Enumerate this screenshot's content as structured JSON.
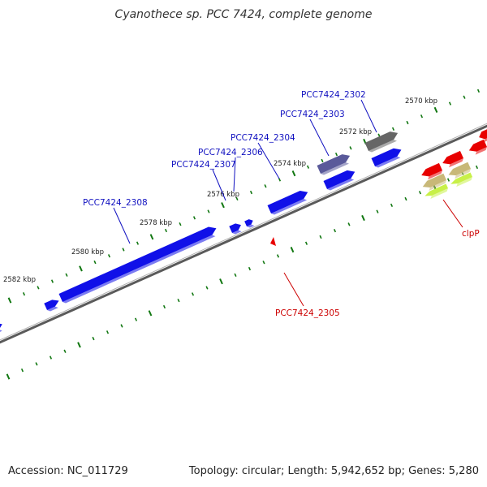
{
  "title": "Cyanothece sp. PCC 7424, complete genome",
  "footer": {
    "accession": "Accession: NC_011729",
    "topology": "Topology: circular; Length: 5,942,652 bp; Genes: 5,280"
  },
  "colors": {
    "forward_gene": "#1010e8",
    "forward_gene_dark": "#5a5a9a",
    "gray_gene": "#666666",
    "reverse_gene": "#e80000",
    "khaki_gene": "#c8b878",
    "lime_gene": "#c8f048",
    "tick": "#117711",
    "backbone": "#808080",
    "label_forward": "#1010c0",
    "label_reverse": "#cc0000"
  },
  "kbp_labels": [
    "2570 kbp",
    "2572 kbp",
    "2574 kbp",
    "2576 kbp",
    "2578 kbp",
    "2580 kbp",
    "2582 kbp"
  ],
  "gene_labels": [
    {
      "id": "PCC7424_2302",
      "text": "PCC7424_2302",
      "strand": "forward"
    },
    {
      "id": "PCC7424_2303",
      "text": "PCC7424_2303",
      "strand": "forward"
    },
    {
      "id": "PCC7424_2304",
      "text": "PCC7424_2304",
      "strand": "forward"
    },
    {
      "id": "PCC7424_2306",
      "text": "PCC7424_2306",
      "strand": "forward"
    },
    {
      "id": "PCC7424_2307",
      "text": "PCC7424_2307",
      "strand": "forward"
    },
    {
      "id": "PCC7424_2308",
      "text": "PCC7424_2308",
      "strand": "forward"
    },
    {
      "id": "PCC7424_2305",
      "text": "PCC7424_2305",
      "strand": "reverse"
    },
    {
      "id": "clpP",
      "text": "clpP",
      "strand": "reverse"
    }
  ]
}
